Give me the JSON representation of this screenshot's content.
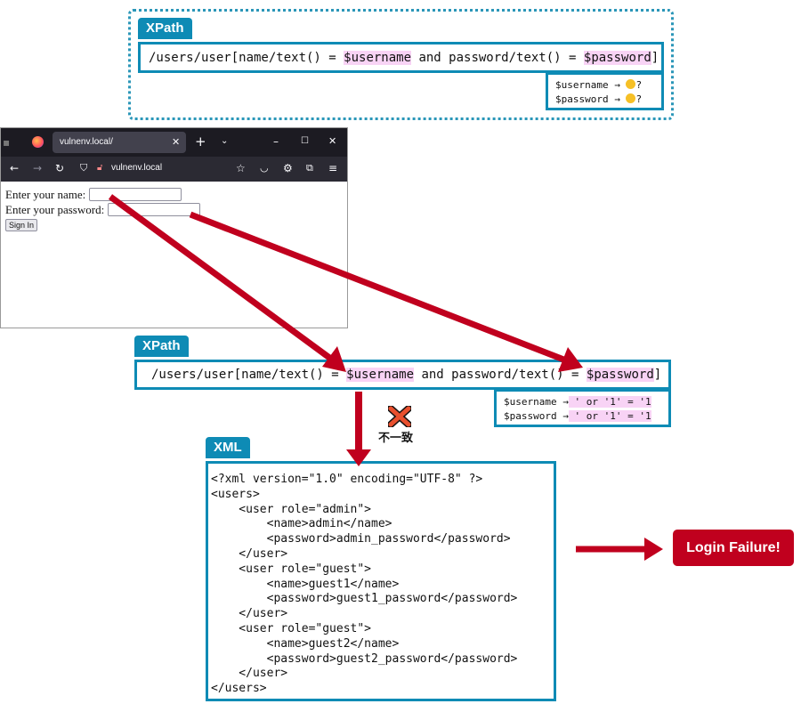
{
  "top": {
    "tag": "XPath",
    "query_prefix": "/users/user[name/text() = ",
    "var_user": "$username",
    "query_mid": " and password/text() = ",
    "var_pass": "$password",
    "query_suffix": "]",
    "legend_user_label": "$username →",
    "legend_user_value": "?",
    "legend_pass_label": "$password →",
    "legend_pass_value": "?",
    "legend_icon": "thinking-face-emoji"
  },
  "browser": {
    "tab_title": "vulnenv.local/",
    "url": "vulnenv.local",
    "name_label": "Enter your name:",
    "password_label": "Enter your password:",
    "name_value": "",
    "password_value": "",
    "sign_in": "Sign In"
  },
  "mid": {
    "tag": "XPath",
    "query_prefix": "/users/user[name/text() = ",
    "var_user": "$username",
    "query_mid": " and password/text() = ",
    "var_pass": "$password",
    "query_suffix": "]",
    "legend_user_label": "$username →",
    "legend_user_value": " ' or '1' = '1",
    "legend_pass_label": "$password →",
    "legend_pass_value": " ' or '1' = '1"
  },
  "mismatch": {
    "icon": "cross-mark-icon",
    "label": "不一致"
  },
  "xml": {
    "tag": "XML",
    "lines": [
      "<?xml version=\"1.0\" encoding=\"UTF-8\" ?>",
      "<users>",
      "    <user role=\"admin\">",
      "        <name>admin</name>",
      "        <password>admin_password</password>",
      "    </user>",
      "    <user role=\"guest\">",
      "        <name>guest1</name>",
      "        <password>guest1_password</password>",
      "    </user>",
      "    <user role=\"guest\">",
      "        <name>guest2</name>",
      "        <password>guest2_password</password>",
      "    </user>",
      "</users>"
    ]
  },
  "result": {
    "label": "Login Failure!"
  },
  "colors": {
    "accent": "#0e8bb5",
    "arrow": "#c0001e",
    "highlight": "#f8d3f5"
  }
}
